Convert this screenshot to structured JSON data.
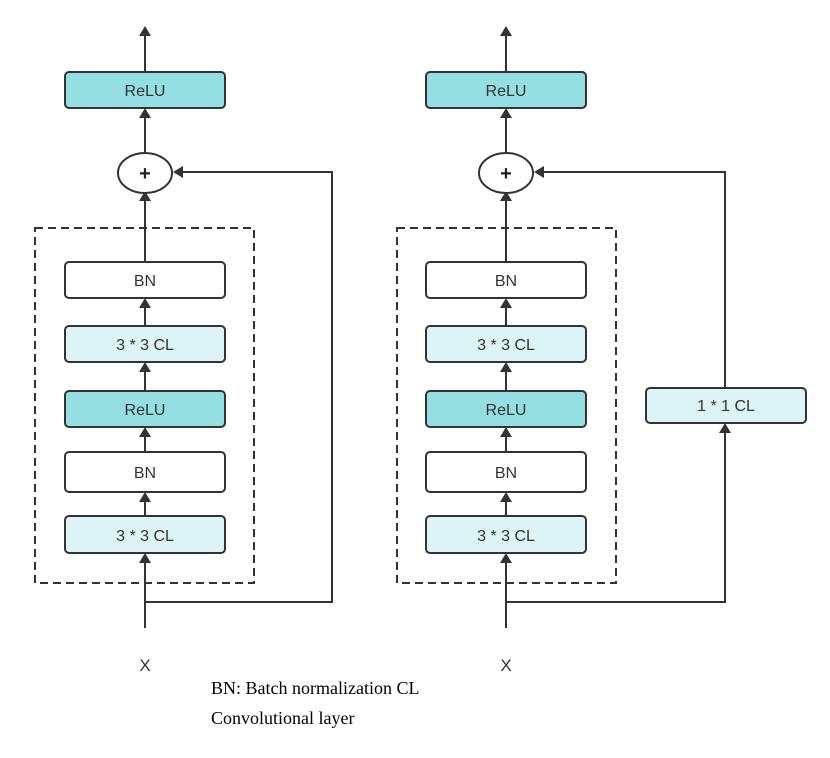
{
  "colors": {
    "relu_fill": "#93dfe1",
    "conv_fill": "#dcf4f5",
    "bn_fill": "#ffffff",
    "stroke": "#333333"
  },
  "left_block": {
    "output_relu": "ReLU",
    "add_symbol": "+",
    "layers": [
      "BN",
      "3 * 3 CL",
      "ReLU",
      "BN",
      "3 * 3 CL"
    ],
    "input_label": "X"
  },
  "right_block": {
    "output_relu": "ReLU",
    "add_symbol": "+",
    "layers": [
      "BN",
      "3 * 3 CL",
      "ReLU",
      "BN",
      "3 * 3 CL"
    ],
    "shortcut": "1 * 1 CL",
    "input_label": "X"
  },
  "caption": {
    "line1": "BN: Batch normalization CL",
    "line2": "Convolutional layer"
  }
}
